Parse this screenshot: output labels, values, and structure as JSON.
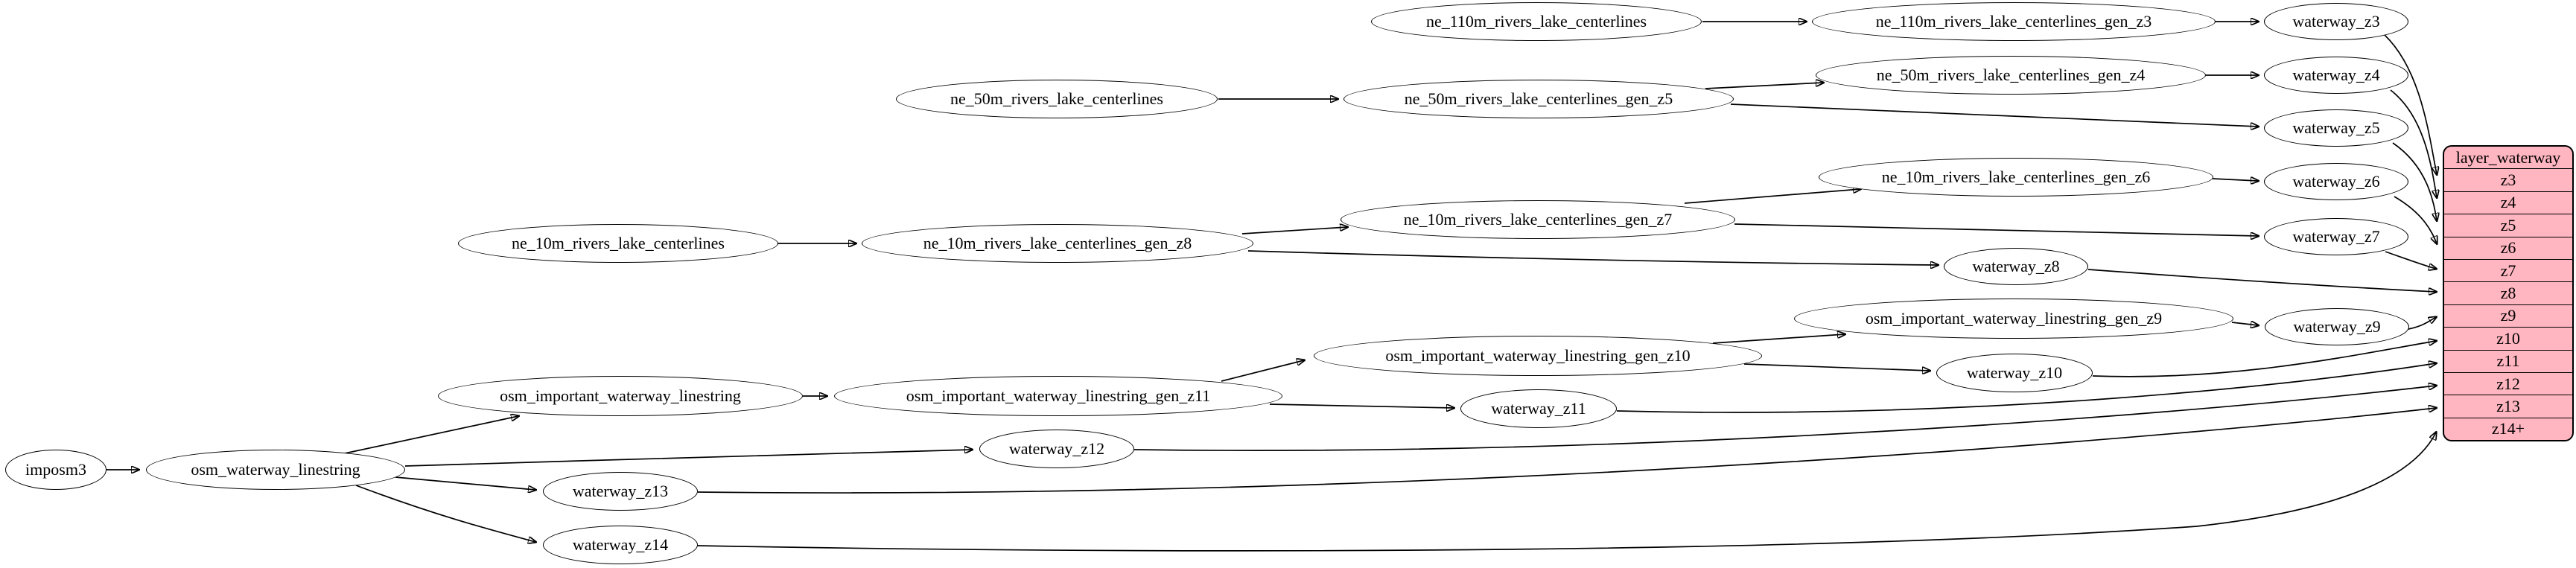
{
  "diagram": {
    "background_color": "#ffffff",
    "edge_color": "#000000",
    "node_fill": "#ffffff",
    "node_stroke": "#000000",
    "nodes": [
      {
        "id": "imposm3",
        "label": "imposm3"
      },
      {
        "id": "osm_waterway_linestring",
        "label": "osm_waterway_linestring"
      },
      {
        "id": "osm_important_waterway_linestring",
        "label": "osm_important_waterway_linestring"
      },
      {
        "id": "osm_important_waterway_linestring_gen_z11",
        "label": "osm_important_waterway_linestring_gen_z11"
      },
      {
        "id": "osm_important_waterway_linestring_gen_z10",
        "label": "osm_important_waterway_linestring_gen_z10"
      },
      {
        "id": "osm_important_waterway_linestring_gen_z9",
        "label": "osm_important_waterway_linestring_gen_z9"
      },
      {
        "id": "ne_110m_rivers_lake_centerlines",
        "label": "ne_110m_rivers_lake_centerlines"
      },
      {
        "id": "ne_110m_rivers_lake_centerlines_gen_z3",
        "label": "ne_110m_rivers_lake_centerlines_gen_z3"
      },
      {
        "id": "ne_50m_rivers_lake_centerlines",
        "label": "ne_50m_rivers_lake_centerlines"
      },
      {
        "id": "ne_50m_rivers_lake_centerlines_gen_z5",
        "label": "ne_50m_rivers_lake_centerlines_gen_z5"
      },
      {
        "id": "ne_50m_rivers_lake_centerlines_gen_z4",
        "label": "ne_50m_rivers_lake_centerlines_gen_z4"
      },
      {
        "id": "ne_10m_rivers_lake_centerlines",
        "label": "ne_10m_rivers_lake_centerlines"
      },
      {
        "id": "ne_10m_rivers_lake_centerlines_gen_z8",
        "label": "ne_10m_rivers_lake_centerlines_gen_z8"
      },
      {
        "id": "ne_10m_rivers_lake_centerlines_gen_z7",
        "label": "ne_10m_rivers_lake_centerlines_gen_z7"
      },
      {
        "id": "ne_10m_rivers_lake_centerlines_gen_z6",
        "label": "ne_10m_rivers_lake_centerlines_gen_z6"
      },
      {
        "id": "waterway_z3",
        "label": "waterway_z3"
      },
      {
        "id": "waterway_z4",
        "label": "waterway_z4"
      },
      {
        "id": "waterway_z5",
        "label": "waterway_z5"
      },
      {
        "id": "waterway_z6",
        "label": "waterway_z6"
      },
      {
        "id": "waterway_z7",
        "label": "waterway_z7"
      },
      {
        "id": "waterway_z8",
        "label": "waterway_z8"
      },
      {
        "id": "waterway_z9",
        "label": "waterway_z9"
      },
      {
        "id": "waterway_z10",
        "label": "waterway_z10"
      },
      {
        "id": "waterway_z11",
        "label": "waterway_z11"
      },
      {
        "id": "waterway_z12",
        "label": "waterway_z12"
      },
      {
        "id": "waterway_z13",
        "label": "waterway_z13"
      },
      {
        "id": "waterway_z14",
        "label": "waterway_z14"
      }
    ],
    "record": {
      "id": "layer_waterway",
      "title": "layer_waterway",
      "fill": "#ffb6c1",
      "rows": [
        "z3",
        "z4",
        "z5",
        "z6",
        "z7",
        "z8",
        "z9",
        "z10",
        "z11",
        "z12",
        "z13",
        "z14+"
      ]
    },
    "edges": [
      {
        "from": "imposm3",
        "to": "osm_waterway_linestring"
      },
      {
        "from": "osm_waterway_linestring",
        "to": "osm_important_waterway_linestring"
      },
      {
        "from": "osm_waterway_linestring",
        "to": "waterway_z12"
      },
      {
        "from": "osm_waterway_linestring",
        "to": "waterway_z13"
      },
      {
        "from": "osm_waterway_linestring",
        "to": "waterway_z14"
      },
      {
        "from": "osm_important_waterway_linestring",
        "to": "osm_important_waterway_linestring_gen_z11"
      },
      {
        "from": "osm_important_waterway_linestring_gen_z11",
        "to": "osm_important_waterway_linestring_gen_z10"
      },
      {
        "from": "osm_important_waterway_linestring_gen_z11",
        "to": "waterway_z11"
      },
      {
        "from": "osm_important_waterway_linestring_gen_z10",
        "to": "osm_important_waterway_linestring_gen_z9"
      },
      {
        "from": "osm_important_waterway_linestring_gen_z10",
        "to": "waterway_z10"
      },
      {
        "from": "osm_important_waterway_linestring_gen_z9",
        "to": "waterway_z9"
      },
      {
        "from": "ne_110m_rivers_lake_centerlines",
        "to": "ne_110m_rivers_lake_centerlines_gen_z3"
      },
      {
        "from": "ne_110m_rivers_lake_centerlines_gen_z3",
        "to": "waterway_z3"
      },
      {
        "from": "ne_50m_rivers_lake_centerlines",
        "to": "ne_50m_rivers_lake_centerlines_gen_z5"
      },
      {
        "from": "ne_50m_rivers_lake_centerlines_gen_z5",
        "to": "ne_50m_rivers_lake_centerlines_gen_z4"
      },
      {
        "from": "ne_50m_rivers_lake_centerlines_gen_z5",
        "to": "waterway_z5"
      },
      {
        "from": "ne_50m_rivers_lake_centerlines_gen_z4",
        "to": "waterway_z4"
      },
      {
        "from": "ne_10m_rivers_lake_centerlines",
        "to": "ne_10m_rivers_lake_centerlines_gen_z8"
      },
      {
        "from": "ne_10m_rivers_lake_centerlines_gen_z8",
        "to": "ne_10m_rivers_lake_centerlines_gen_z7"
      },
      {
        "from": "ne_10m_rivers_lake_centerlines_gen_z8",
        "to": "waterway_z8"
      },
      {
        "from": "ne_10m_rivers_lake_centerlines_gen_z7",
        "to": "ne_10m_rivers_lake_centerlines_gen_z6"
      },
      {
        "from": "ne_10m_rivers_lake_centerlines_gen_z7",
        "to": "waterway_z7"
      },
      {
        "from": "ne_10m_rivers_lake_centerlines_gen_z6",
        "to": "waterway_z6"
      },
      {
        "from": "waterway_z3",
        "to": "layer_waterway.z3"
      },
      {
        "from": "waterway_z4",
        "to": "layer_waterway.z4"
      },
      {
        "from": "waterway_z5",
        "to": "layer_waterway.z5"
      },
      {
        "from": "waterway_z6",
        "to": "layer_waterway.z6"
      },
      {
        "from": "waterway_z7",
        "to": "layer_waterway.z7"
      },
      {
        "from": "waterway_z8",
        "to": "layer_waterway.z8"
      },
      {
        "from": "waterway_z9",
        "to": "layer_waterway.z9"
      },
      {
        "from": "waterway_z10",
        "to": "layer_waterway.z10"
      },
      {
        "from": "waterway_z11",
        "to": "layer_waterway.z11"
      },
      {
        "from": "waterway_z12",
        "to": "layer_waterway.z12"
      },
      {
        "from": "waterway_z13",
        "to": "layer_waterway.z13"
      },
      {
        "from": "waterway_z14",
        "to": "layer_waterway.z14+"
      }
    ]
  }
}
